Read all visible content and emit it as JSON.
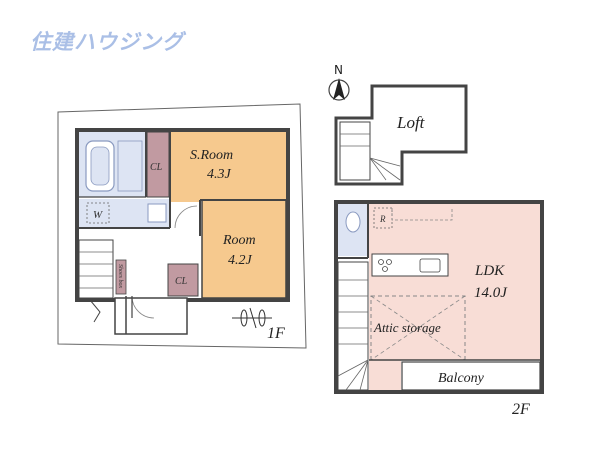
{
  "brand": {
    "name": "住建ハウジング"
  },
  "compass": {
    "north_label": "N"
  },
  "floors": [
    {
      "id": "1F",
      "label": "1F"
    },
    {
      "id": "2F",
      "label": "2F"
    }
  ],
  "rooms_1f": [
    {
      "id": "sroom",
      "name": "S.Room",
      "size": "4.3J"
    },
    {
      "id": "room",
      "name": "Room",
      "size": "4.2J"
    },
    {
      "id": "cl1",
      "name": "CL"
    },
    {
      "id": "cl2",
      "name": "CL"
    },
    {
      "id": "washer",
      "name": "W"
    },
    {
      "id": "shoebox",
      "name": "Shoes box"
    }
  ],
  "rooms_2f": [
    {
      "id": "loft",
      "name": "Loft"
    },
    {
      "id": "ldk",
      "name": "LDK",
      "size": "14.0J"
    },
    {
      "id": "attic",
      "name": "Attic storage"
    },
    {
      "id": "balcony",
      "name": "Balcony"
    },
    {
      "id": "fridge",
      "name": "R"
    }
  ],
  "colors": {
    "orange_room": "#f6c98e",
    "pink_ldk": "#f8ddd6",
    "wet_blue": "#dde4f3",
    "closet_brown": "#c19aa1",
    "wall": "#444444",
    "logo": "#aabfe6"
  }
}
